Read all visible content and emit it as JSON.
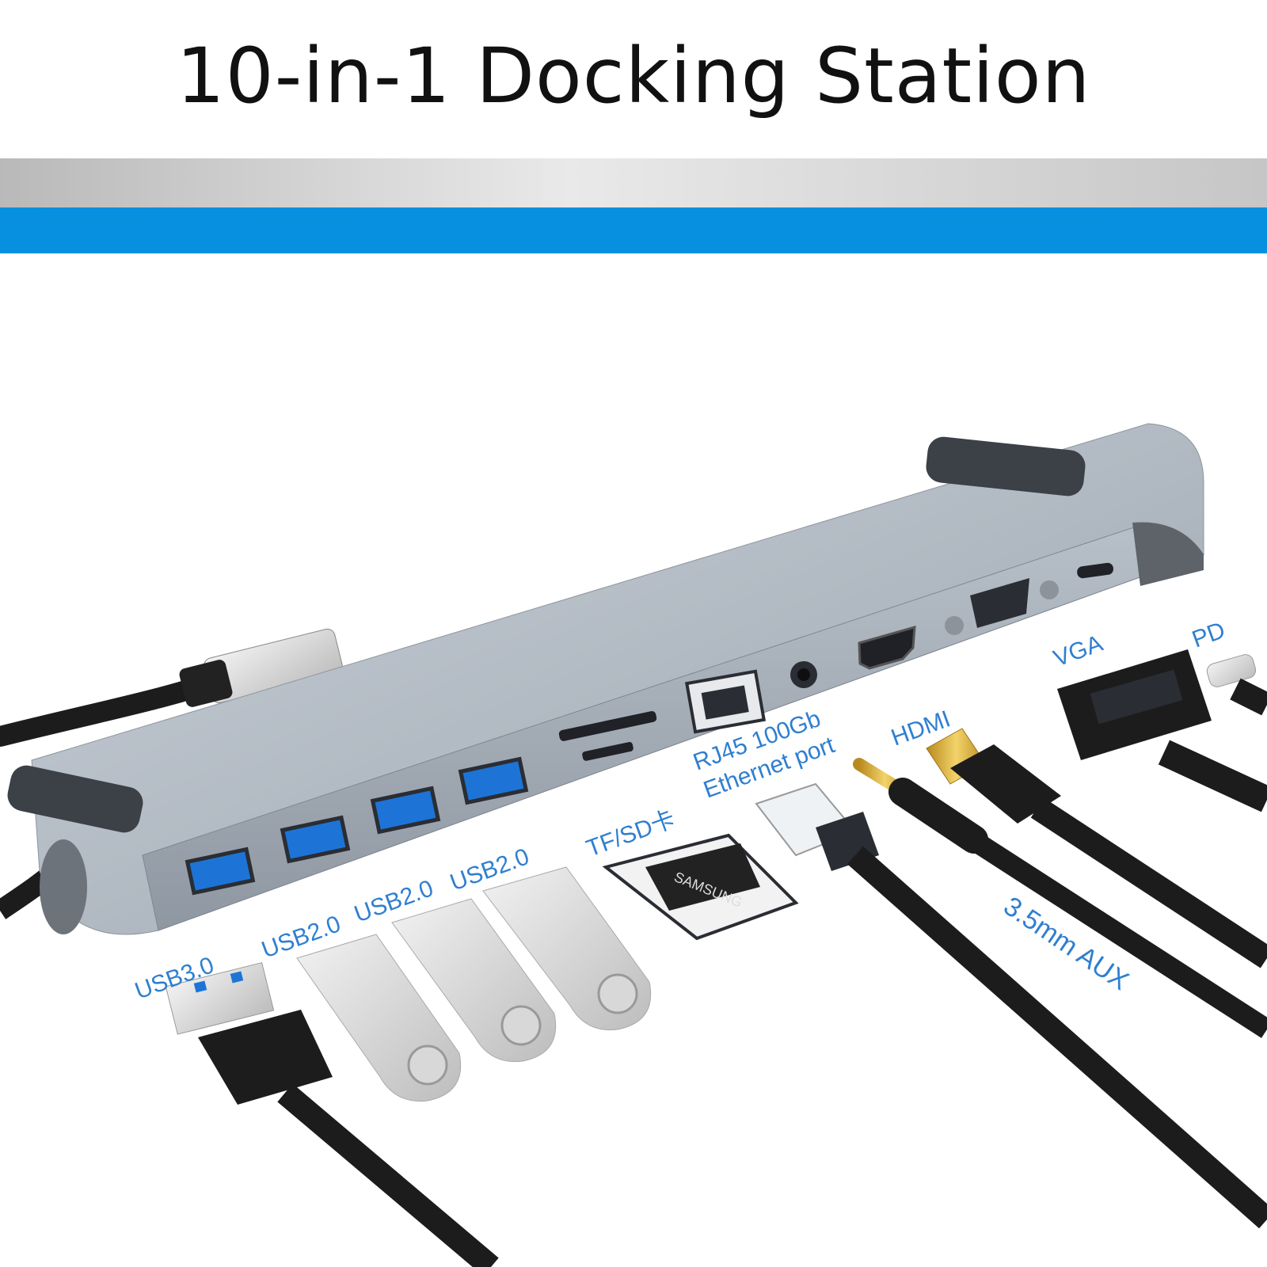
{
  "title": "10-in-1 Docking Station",
  "colors": {
    "accent_blue": "#0790df",
    "label_blue": "#2f7fd0",
    "hub_gray": "#a9b2bd"
  },
  "labels": {
    "usb30": "USB3.0",
    "usb20_a": "USB2.0",
    "usb20_b": "USB2.0",
    "usb20_c": "USB2.0",
    "tfsd": "TF/SD卡",
    "rj45_line1": "RJ45 100Gb",
    "rj45_line2": "Ethernet port",
    "hdmi": "HDMI",
    "vga": "VGA",
    "pd": "PD",
    "aux": "3.5mm AUX"
  },
  "card": {
    "brand": "SAMSUNG"
  }
}
